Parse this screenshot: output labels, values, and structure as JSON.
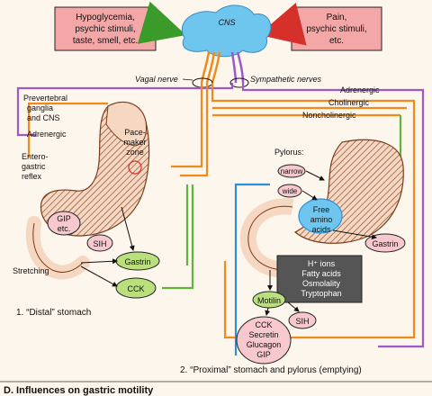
{
  "inputs": {
    "left_box": [
      "Hypoglycemia,",
      "psychic stimuli,",
      "taste, smell, etc."
    ],
    "right_box": [
      "Pain,",
      "psychic stimuli,",
      "etc."
    ]
  },
  "cns_label": "CNS",
  "nerves": {
    "vagal": "Vagal nerve",
    "sympathetic": "Sympathetic nerves",
    "adrenergic_right": "Adrenergic",
    "cholinergic": "Cholinergic",
    "noncholinergic": "Noncholinergic",
    "prevertebral": [
      "Prevertebral",
      "ganglia",
      "and CNS"
    ],
    "adrenergic_left": "Adrenergic",
    "enterogastric": [
      "Entero-",
      "gastric",
      "reflex"
    ]
  },
  "distal": {
    "pacemaker": [
      "Pace-",
      "maker",
      "zone"
    ],
    "gip": [
      "GIP",
      "etc."
    ],
    "sih": "SIH",
    "gastrin": "Gastrin",
    "cck": "CCK",
    "stretching": "Stretching",
    "caption": "1. “Distal” stomach"
  },
  "proximal": {
    "pylorus": "Pylorus:",
    "narrow": "narrow",
    "wide": "wide",
    "free_aa": [
      "Free",
      "amino",
      "acids"
    ],
    "gastrin": "Gastrin",
    "dark_box": [
      "H⁺ ions",
      "Fatty acids",
      "Osmolality",
      "Tryptophan"
    ],
    "motilin": "Motilin",
    "sih": "SIH",
    "hormones": [
      "CCK",
      "Secretin",
      "Glucagon",
      "GIP"
    ],
    "caption": "2. “Proximal” stomach and pylorus (emptying)"
  },
  "footer": "D. Influences on gastric motility",
  "colors": {
    "pink_box": "#f4a7a7",
    "cloud": "#6ec6ef",
    "green_fill": "#b9e07c",
    "pink_fill": "#f7c9cf",
    "orange": "#f08a1c",
    "purple": "#9b59c9",
    "green": "#5fb43a",
    "blue": "#2d8fd6",
    "red": "#d6302b",
    "brown": "#8b4a1e",
    "dark_box": "#555555"
  }
}
